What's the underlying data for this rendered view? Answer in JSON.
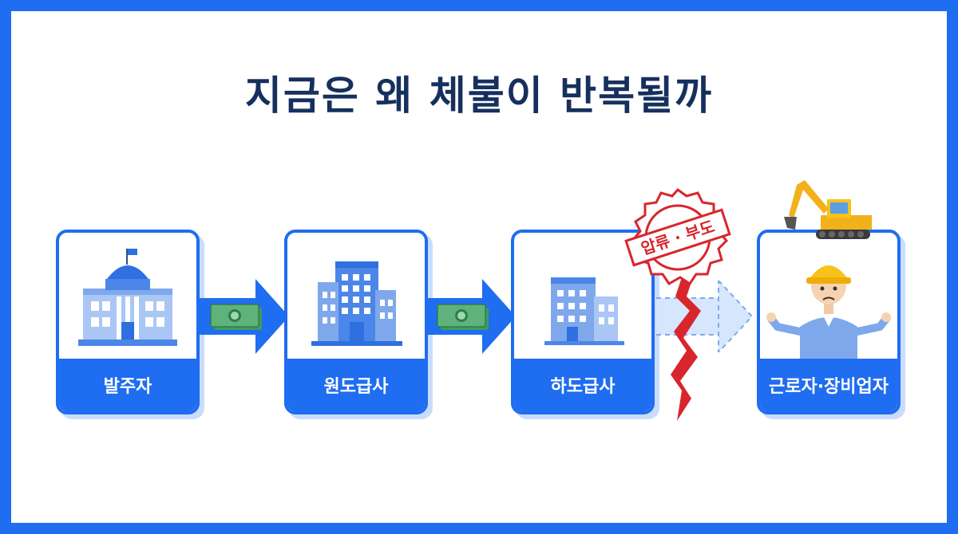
{
  "title": "지금은 왜 체불이 반복될까",
  "nodes": [
    {
      "label": "발주자",
      "icon": "government-building-icon"
    },
    {
      "label": "원도급사",
      "icon": "office-tower-icon"
    },
    {
      "label": "하도급사",
      "icon": "small-office-icon"
    },
    {
      "label": "근로자·장비업자",
      "icon": "construction-worker-icon"
    }
  ],
  "stamp": {
    "text": "압류 · 부도"
  },
  "colors": {
    "frame": "#1f6df0",
    "title": "#16305e",
    "arrow": "#1f6df0",
    "broken_arrow": "#cfe1fb",
    "crack": "#d8262c",
    "money": "#5fb37a"
  }
}
